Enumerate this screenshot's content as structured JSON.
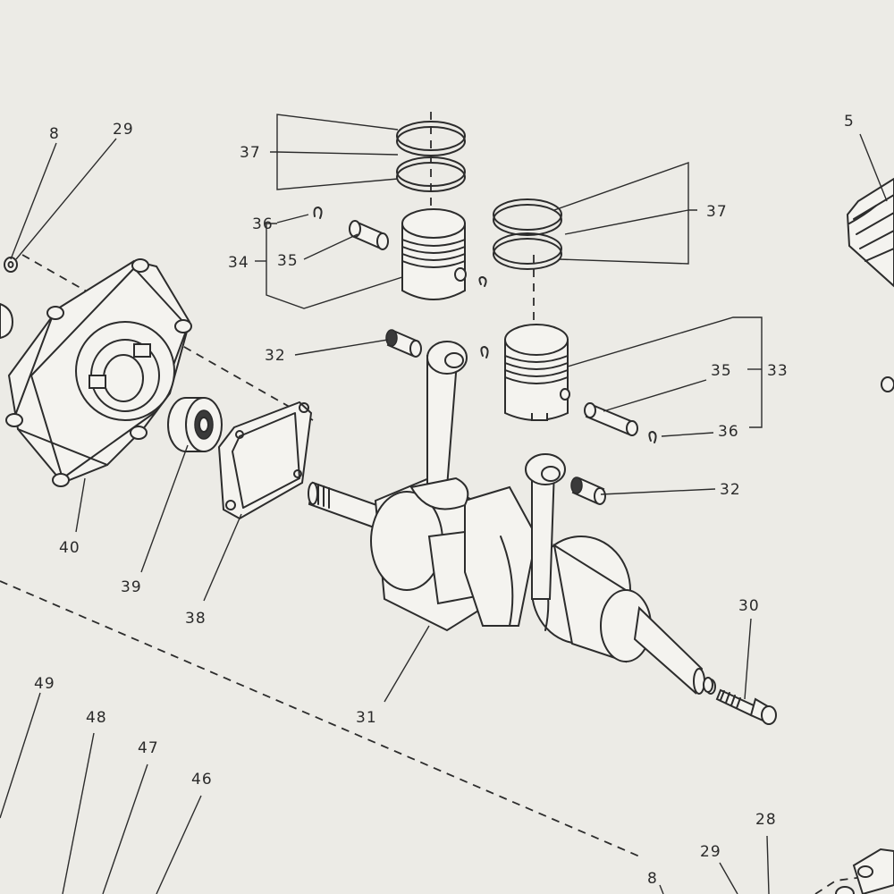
{
  "callouts": {
    "c5": "5",
    "c8a": "8",
    "c29a": "29",
    "c37a": "37",
    "c37b": "37",
    "c36a": "36",
    "c34": "34",
    "c35a": "35",
    "c32a": "32",
    "c35b": "35",
    "c33": "33",
    "c36b": "36",
    "c32b": "32",
    "c40": "40",
    "c39": "39",
    "c38": "38",
    "c30": "30",
    "c31": "31",
    "c49": "49",
    "c48": "48",
    "c47": "47",
    "c46": "46",
    "c28": "28",
    "c29b": "29",
    "c8b": "8"
  }
}
